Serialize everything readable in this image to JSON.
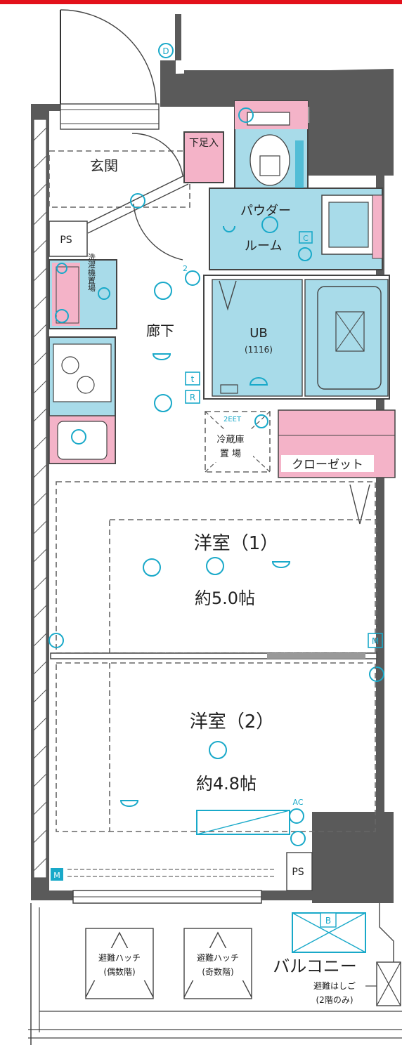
{
  "rooms": {
    "genkan": "玄関",
    "ps_top": "PS",
    "shoe_box": "下足入",
    "powder_room_1": "パウダー",
    "powder_room_2": "ルーム",
    "hallway": "廊下",
    "ub": "UB",
    "ub_size": "(1116)",
    "laundry": "洗濯機置場",
    "fridge_1": "冷蔵庫",
    "fridge_2": "置 場",
    "closet": "クローゼット",
    "room1_name": "洋室（1）",
    "room1_size": "約5.0帖",
    "room2_name": "洋室（2）",
    "room2_size": "約4.8帖",
    "ps_bottom": "PS",
    "balcony": "バルコニー",
    "hatch_even_1": "避難ハッチ",
    "hatch_even_2": "(偶数階)",
    "hatch_odd_1": "避難ハッチ",
    "hatch_odd_2": "(奇数階)",
    "ladder_1": "避難はしご",
    "ladder_2": "(2階のみ)"
  },
  "symbols": {
    "door_d": "D",
    "meter_m": "M",
    "c": "C",
    "t": "t",
    "r": "R",
    "ac": "AC",
    "b": "B",
    "two": "2",
    "twoEt": "2EET"
  },
  "colors": {
    "wall": "#5a5a5a",
    "wet_area": "#a8dbe9",
    "storage_pink": "#f4b3c8",
    "equipment": "#19a9c9",
    "header_red": "#e3111b"
  }
}
